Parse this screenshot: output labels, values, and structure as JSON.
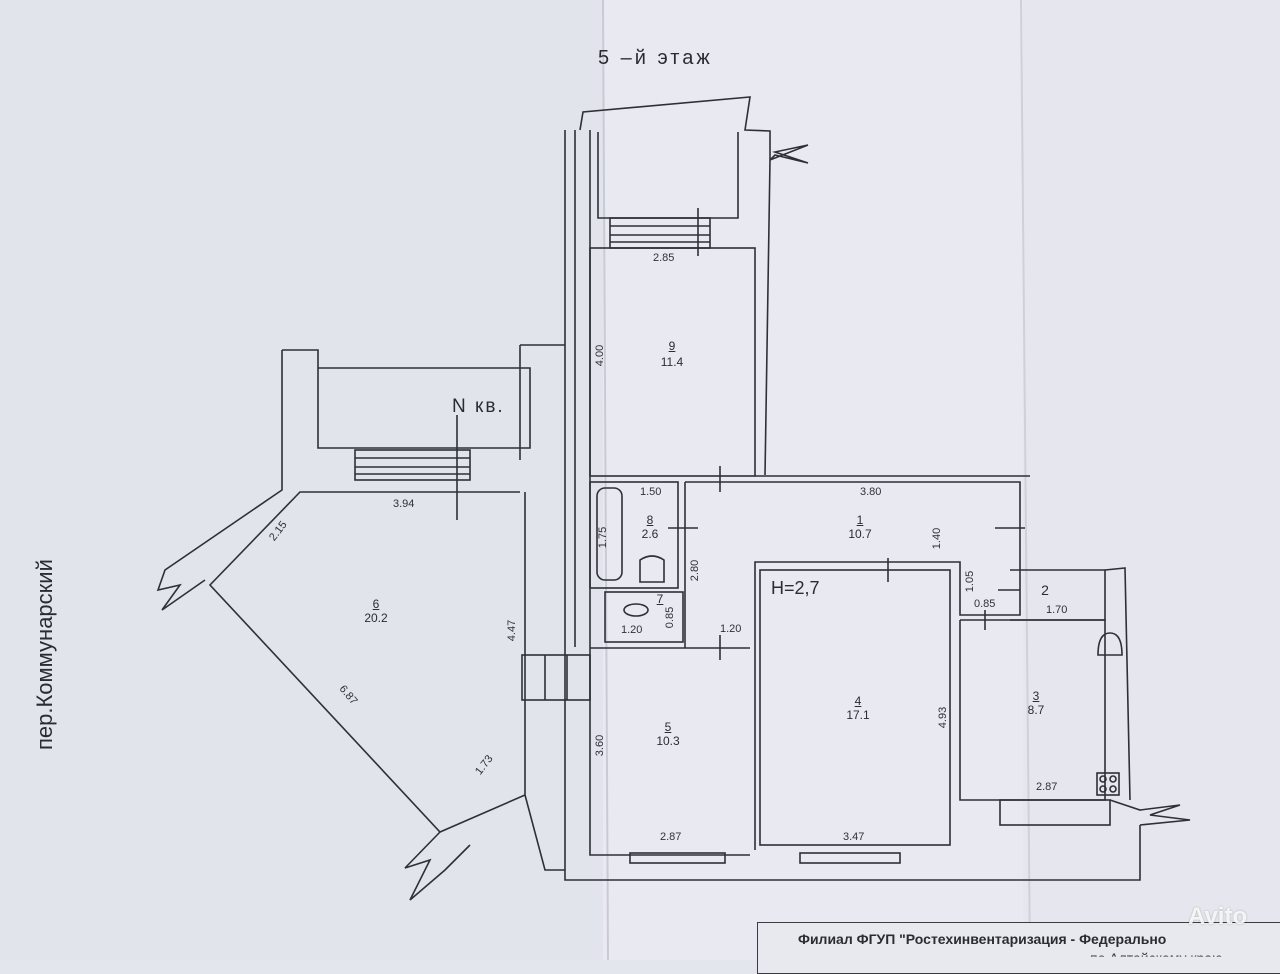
{
  "plan": {
    "floor_title": "5 –й этаж",
    "street": "пер.Коммунарский",
    "ceiling_height": "Н=2,7",
    "apartment_marker": "N кв.",
    "rooms": [
      {
        "number": "9",
        "area": "11.4"
      },
      {
        "number": "8",
        "area": "2.6"
      },
      {
        "number": "1",
        "area": "10.7"
      },
      {
        "number": "7",
        "area": ""
      },
      {
        "number": "2",
        "area": ""
      },
      {
        "number": "6",
        "area": "20.2"
      },
      {
        "number": "5",
        "area": "10.3"
      },
      {
        "number": "4",
        "area": "17.1"
      },
      {
        "number": "3",
        "area": "8.7"
      }
    ],
    "dimensions": {
      "d285": "2.85",
      "d400": "4.00",
      "d150": "1.50",
      "d175": "1.75",
      "d380": "3.80",
      "d140": "1.40",
      "d280": "2.80",
      "d105": "1.05",
      "d085a": "0.85",
      "d085b": "0.85",
      "d170": "1.70",
      "d120a": "1.20",
      "d120b": "1.20",
      "d394": "3.94",
      "d215": "2.15",
      "d447": "4.47",
      "d687": "6.87",
      "d173": "1.73",
      "d360": "3.60",
      "d287a": "2.87",
      "d347": "3.47",
      "d493": "4.93",
      "d287b": "2.87"
    }
  },
  "stamp": {
    "line1": "Филиал ФГУП \"Ростехинвентаризация - Федерально",
    "line2": "по Алтайскому краю"
  },
  "watermark": "Avito"
}
